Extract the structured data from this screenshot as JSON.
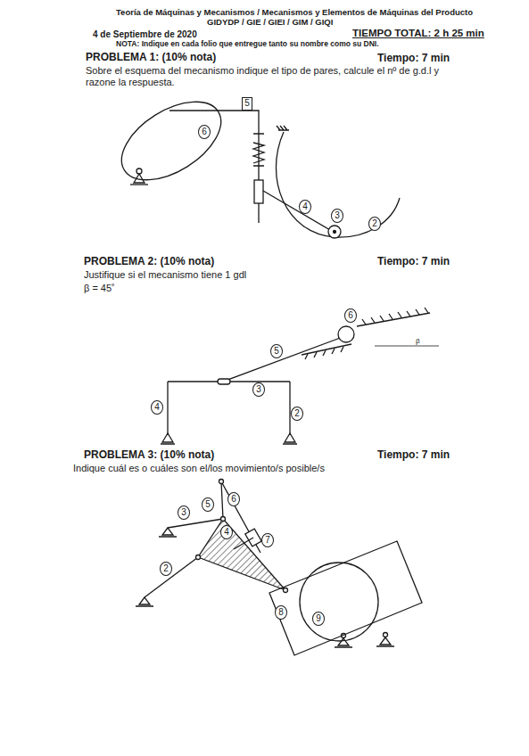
{
  "diagram": {
    "title": "Teoría de Máquinas y Mecanismos / Mecanismos y Elementos de Máquinas del Producto",
    "nodes": [
      {
        "text": [
          "5"
        ]
      },
      {
        "text": [
          "6"
        ]
      },
      {
        "text": [
          "4"
        ]
      },
      {
        "text": [
          "3"
        ]
      },
      {
        "text": [
          "2"
        ]
      },
      {
        "text": [
          "6"
        ]
      },
      {
        "text": [
          "5"
        ]
      },
      {
        "text": [
          "3"
        ]
      },
      {
        "text": [
          "4"
        ]
      },
      {
        "text": [
          "2"
        ]
      },
      {
        "text": [
          "3"
        ]
      },
      {
        "text": [
          "5"
        ]
      },
      {
        "text": [
          "6"
        ]
      },
      {
        "text": [
          "4"
        ]
      },
      {
        "text": [
          "7"
        ]
      },
      {
        "text": [
          "2"
        ]
      },
      {
        "text": [
          "8"
        ]
      },
      {
        "text": [
          "9"
        ]
      }
    ],
    "labels": [
      "GIDYDP / GIE / GIEI / GIM / GIQI",
      "4 de Septiembre de 2020",
      "TIEMPO TOTAL: 2 h 25 min",
      "NOTA: Indique en cada folio que entregue tanto su nombre como su DNI.",
      "PROBLEMA 1: (10% nota)",
      "Tiempo: 7 min",
      "Sobre el esquema del mecanismo indique el tipo de pares, calcule el nº de g.d.l y razone la respuesta.",
      "PROBLEMA 2: (10% nota)",
      "Tiempo: 7 min",
      "Justifique si el mecanismo tiene 1 gdl",
      "β = 45˚",
      "β",
      "PROBLEMA 3: (10% nota)",
      "Tiempo: 7 min",
      "Indique cuál es o cuáles son el/los movimiento/s posible/s"
    ]
  }
}
